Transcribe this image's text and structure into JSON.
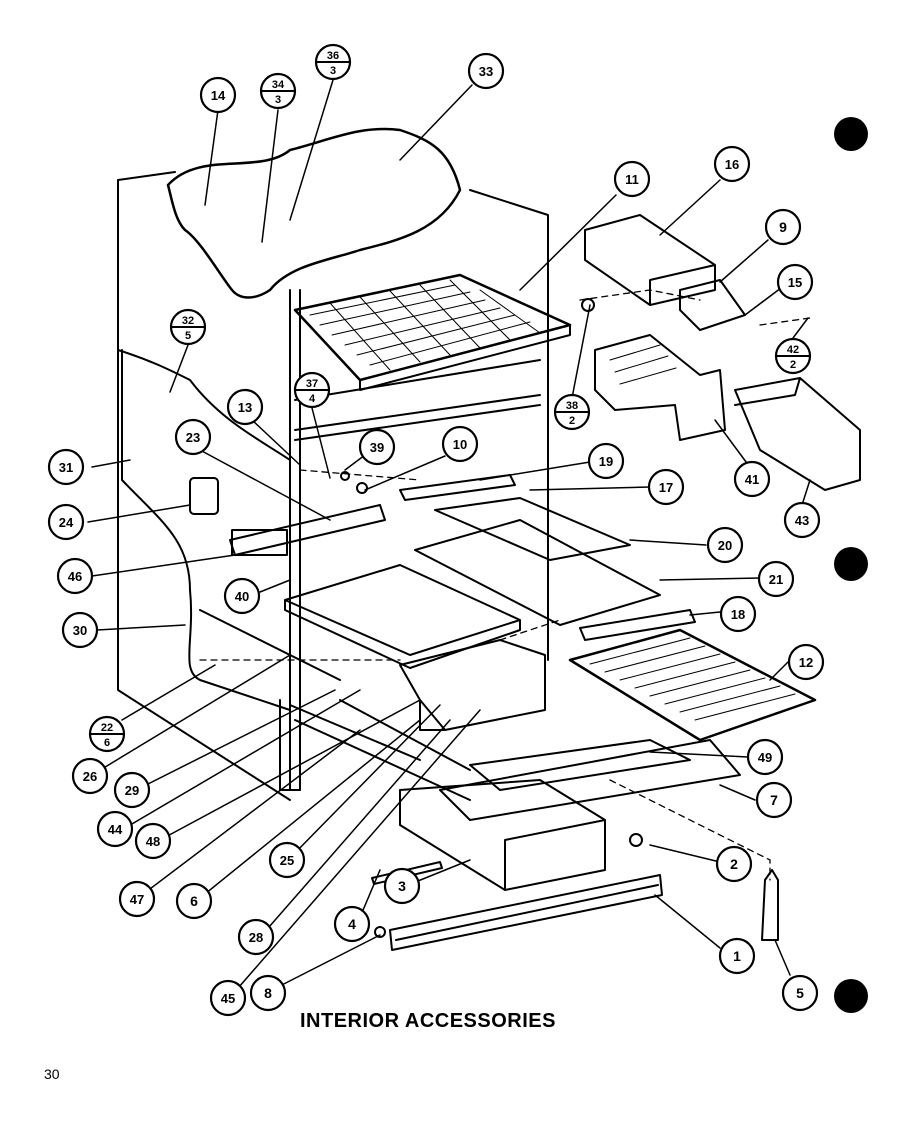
{
  "title": "INTERIOR ACCESSORIES",
  "page_number": "30",
  "callouts": [
    {
      "id": "c14",
      "text": "14"
    },
    {
      "id": "c34-3",
      "top": "34",
      "bottom": "3"
    },
    {
      "id": "c36-3",
      "top": "36",
      "bottom": "3"
    },
    {
      "id": "c33",
      "text": "33"
    },
    {
      "id": "c11",
      "text": "11"
    },
    {
      "id": "c16",
      "text": "16"
    },
    {
      "id": "c9",
      "text": "9"
    },
    {
      "id": "c15",
      "text": "15"
    },
    {
      "id": "c42-2",
      "top": "42",
      "bottom": "2"
    },
    {
      "id": "c32-5",
      "top": "32",
      "bottom": "5"
    },
    {
      "id": "c37-4",
      "top": "37",
      "bottom": "4"
    },
    {
      "id": "c38-2",
      "top": "38",
      "bottom": "2"
    },
    {
      "id": "c13",
      "text": "13"
    },
    {
      "id": "c23",
      "text": "23"
    },
    {
      "id": "c39",
      "text": "39"
    },
    {
      "id": "c10",
      "text": "10"
    },
    {
      "id": "c19",
      "text": "19"
    },
    {
      "id": "c17",
      "text": "17"
    },
    {
      "id": "c41",
      "text": "41"
    },
    {
      "id": "c43",
      "text": "43"
    },
    {
      "id": "c31",
      "text": "31"
    },
    {
      "id": "c24",
      "text": "24"
    },
    {
      "id": "c20",
      "text": "20"
    },
    {
      "id": "c46",
      "text": "46"
    },
    {
      "id": "c21",
      "text": "21"
    },
    {
      "id": "c40",
      "text": "40"
    },
    {
      "id": "c18",
      "text": "18"
    },
    {
      "id": "c30",
      "text": "30"
    },
    {
      "id": "c12",
      "text": "12"
    },
    {
      "id": "c22-6",
      "top": "22",
      "bottom": "6"
    },
    {
      "id": "c26",
      "text": "26"
    },
    {
      "id": "c29",
      "text": "29"
    },
    {
      "id": "c49",
      "text": "49"
    },
    {
      "id": "c44",
      "text": "44"
    },
    {
      "id": "c48",
      "text": "48"
    },
    {
      "id": "c7",
      "text": "7"
    },
    {
      "id": "c47",
      "text": "47"
    },
    {
      "id": "c6",
      "text": "6"
    },
    {
      "id": "c25",
      "text": "25"
    },
    {
      "id": "c2",
      "text": "2"
    },
    {
      "id": "c3",
      "text": "3"
    },
    {
      "id": "c28",
      "text": "28"
    },
    {
      "id": "c4",
      "text": "4"
    },
    {
      "id": "c1",
      "text": "1"
    },
    {
      "id": "c45",
      "text": "45"
    },
    {
      "id": "c8",
      "text": "8"
    },
    {
      "id": "c5",
      "text": "5"
    }
  ]
}
